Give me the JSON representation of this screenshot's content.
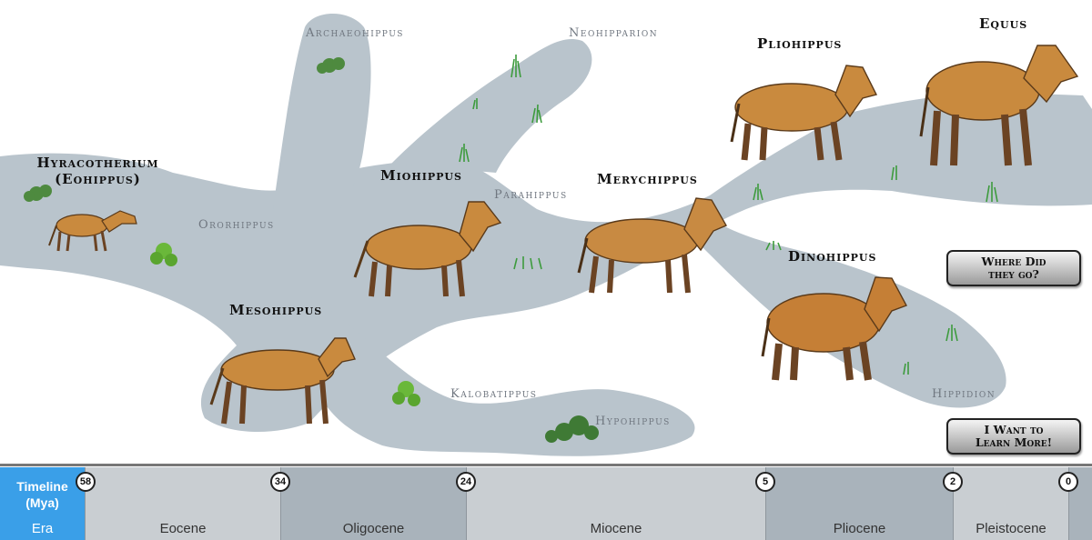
{
  "labels_small": {
    "archaeohippus": "Archaeohippus",
    "neohipparion": "Neohipparion",
    "orohippus": "Ororhippus",
    "parahippus": "Parahippus",
    "kalobatippus": "Kalobatippus",
    "hypohippus": "Hypohippus",
    "hippidion": "Hippidion"
  },
  "labels_bold": {
    "hyracotherium": "Hyracotherium\n(Eohippus)",
    "mesohippus": "Mesohippus",
    "miohippus": "Miohippus",
    "merychippus": "Merychippus",
    "pliohippus": "Pliohippus",
    "equus": "Equus",
    "dinohippus": "Dinohippus"
  },
  "buttons": {
    "where_did_they_go": "Where Did\nthey go?",
    "learn_more": "I Want to\nLearn More!"
  },
  "timeline": {
    "title": "Timeline\n(Mya)",
    "era_label": "Era",
    "markers": [
      "58",
      "34",
      "24",
      "5",
      "2",
      "0"
    ],
    "eras": [
      "Eocene",
      "Oligocene",
      "Miocene",
      "Pliocene",
      "Pleistocene"
    ]
  },
  "colors": {
    "tree": "#b9c4cc",
    "timeline_box": "#3a9fe8",
    "era_light": "#c9ced2",
    "era_dark": "#a9b3bb",
    "horse_coat": "#c98a3e"
  }
}
